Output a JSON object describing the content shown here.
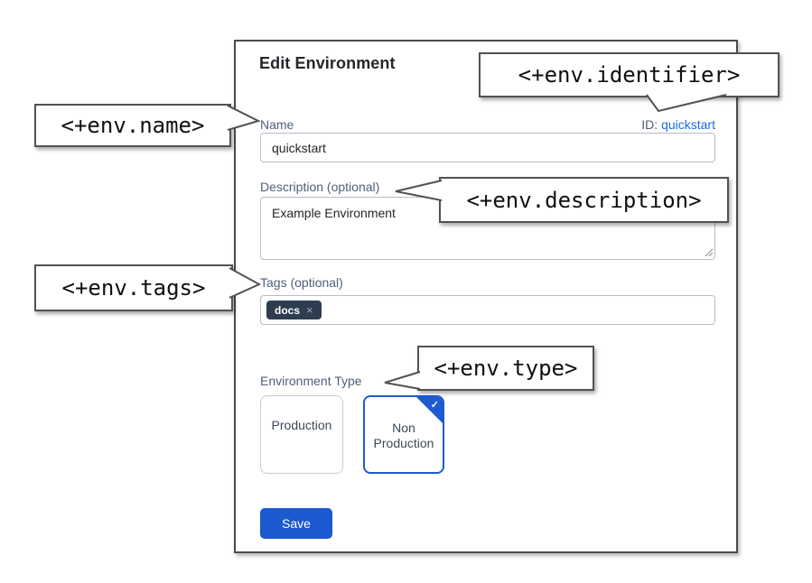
{
  "dialog": {
    "title": "Edit Environment",
    "id_caption": "ID:",
    "id_value": "quickstart",
    "fields": {
      "name": {
        "label": "Name",
        "value": "quickstart"
      },
      "description": {
        "label": "Description (optional)",
        "value": "Example Environment"
      },
      "tags": {
        "label": "Tags (optional)",
        "chips": [
          {
            "text": "docs"
          }
        ]
      },
      "type": {
        "label": "Environment Type",
        "options": [
          {
            "label": "Production",
            "selected": false
          },
          {
            "label": "Non Production",
            "selected": true
          }
        ]
      }
    },
    "save_label": "Save"
  },
  "callouts": {
    "identifier": {
      "text": "<+env.identifier>"
    },
    "name": {
      "text": "<+env.name>"
    },
    "description": {
      "text": "<+env.description>"
    },
    "tags": {
      "text": "<+env.tags>"
    },
    "type": {
      "text": "<+env.type>"
    }
  },
  "icons": {
    "check": "✓",
    "remove": "×"
  },
  "colors": {
    "primary_blue": "#1c59d0",
    "link_blue": "#1b6ce2",
    "label_slate": "#4e5f7a",
    "chip_bg": "#2e3c50",
    "border_gray": "#b8bdc7",
    "callout_border": "#515254"
  }
}
